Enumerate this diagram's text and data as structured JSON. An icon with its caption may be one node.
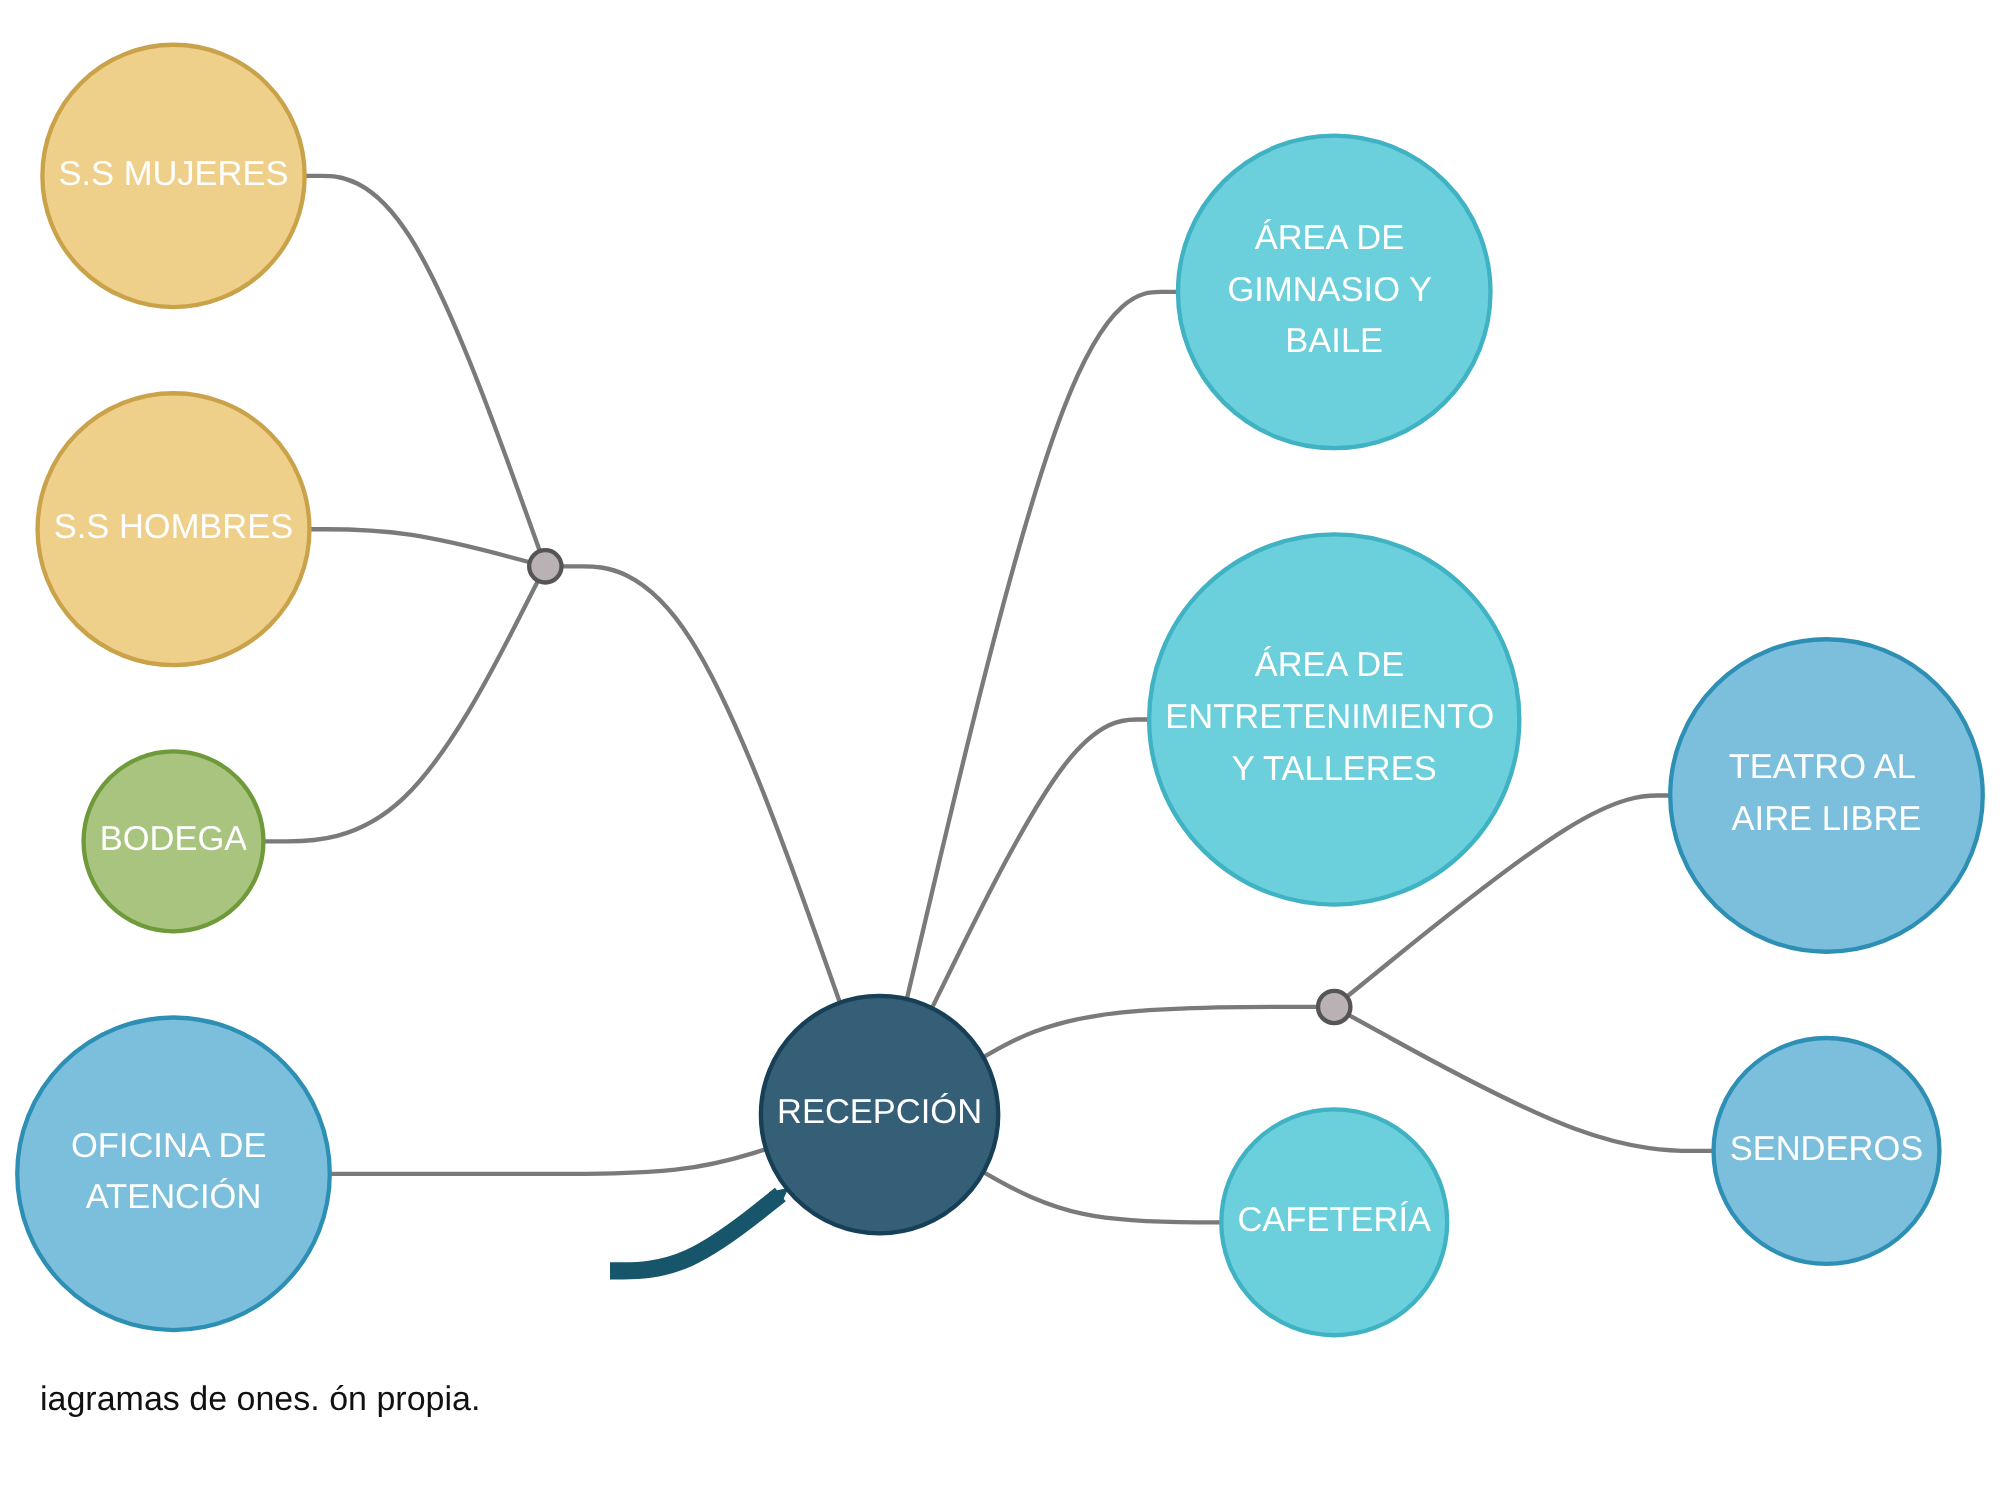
{
  "diagram": {
    "nodes": [
      {
        "text": [
          "S.S MUJERES"
        ]
      },
      {
        "text": [
          "BODEGA"
        ]
      },
      {
        "text": [
          "ÁREA DE GIMNASIO Y BAILE"
        ]
      },
      {
        "text": [
          "S.S HOMBRES"
        ]
      },
      {
        "text": [],
        "shape": "circle"
      },
      {
        "text": [
          "ÁREA DE ENTRETENIMIENTO Y TALLERES"
        ]
      },
      {
        "text": [
          "OFICINA DE ATENCIÓN"
        ]
      },
      {
        "text": [
          "RECEPCIÓN"
        ]
      },
      {
        "text": [
          "TEATRO AL AIRE LIBRE"
        ]
      },
      {
        "text": [],
        "shape": "circle"
      },
      {
        "text": [
          "SENDEROS"
        ]
      },
      {
        "text": [
          "CAFETERÍA"
        ]
      }
    ],
    "edges": [
      {
        "from": 0,
        "to": 4,
        "arrow": "none"
      },
      {
        "from": 3,
        "to": 4,
        "arrow": "none"
      },
      {
        "from": 1,
        "to": 4,
        "arrow": "none"
      },
      {
        "from": 4,
        "to": 7,
        "arrow": "none"
      },
      {
        "from": 6,
        "to": 7,
        "arrow": "none"
      },
      {
        "from": 7,
        "to": 2,
        "arrow": "none"
      },
      {
        "from": 7,
        "to": 5,
        "arrow": "none"
      },
      {
        "from": 7,
        "to": 9,
        "arrow": "none"
      },
      {
        "from": 9,
        "to": 8,
        "arrow": "none"
      },
      {
        "from": 9,
        "to": 10,
        "arrow": "none"
      },
      {
        "from": 7,
        "to": 11,
        "arrow": "none"
      },
      {
        "from": null,
        "to": 7,
        "arrow": "to",
        "style": "thick",
        "color": "#17566a"
      }
    ],
    "labels": [
      "iagramas de ones. ón propia."
    ]
  }
}
